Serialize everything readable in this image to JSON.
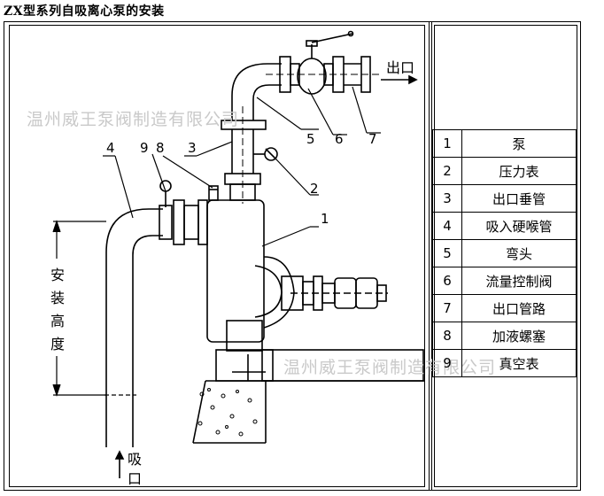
{
  "title": "ZX型系列自吸离心泵的安装",
  "outlet_label": "出口",
  "suction_label": "吸口",
  "height_label": "安装高度",
  "watermark_1": "温州威王泵阀制造有限公司",
  "watermark_2": "温州威王泵阀制造有限公司",
  "callouts": [
    "1",
    "2",
    "3",
    "4",
    "5",
    "6",
    "7",
    "8",
    "9"
  ],
  "legend": [
    {
      "num": "1",
      "name": "泵"
    },
    {
      "num": "2",
      "name": "压力表"
    },
    {
      "num": "3",
      "name": "出口垂管"
    },
    {
      "num": "4",
      "name": "吸入硬喉管"
    },
    {
      "num": "5",
      "name": "弯头"
    },
    {
      "num": "6",
      "name": "流量控制阀"
    },
    {
      "num": "7",
      "name": "出口管路"
    },
    {
      "num": "8",
      "name": "加液螺塞"
    },
    {
      "num": "9",
      "name": "真空表"
    }
  ]
}
